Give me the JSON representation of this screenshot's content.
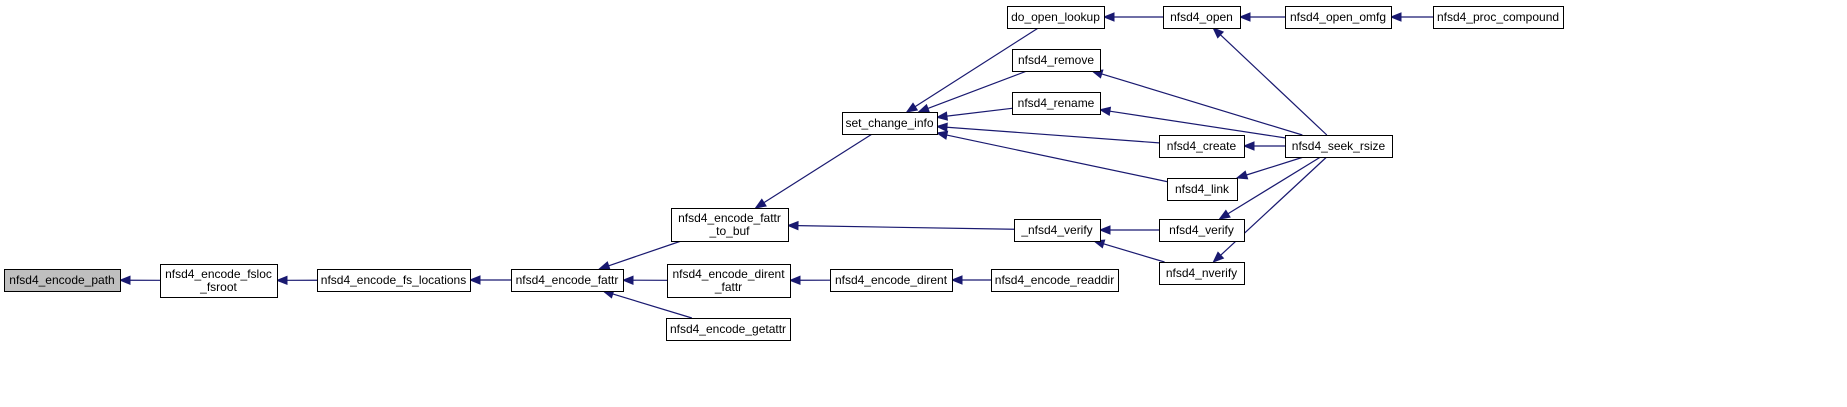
{
  "graph": {
    "edge_color": "#191970",
    "root_fill": "#bfbfbf",
    "nodes": [
      {
        "id": "n0",
        "lines": [
          "nfsd4_encode_path"
        ],
        "root": true
      },
      {
        "id": "n1",
        "lines": [
          "nfsd4_encode_fsloc",
          "_fsroot"
        ]
      },
      {
        "id": "n2",
        "lines": [
          "nfsd4_encode_fs_locations"
        ]
      },
      {
        "id": "n3",
        "lines": [
          "nfsd4_encode_fattr"
        ]
      },
      {
        "id": "n4",
        "lines": [
          "nfsd4_encode_fattr",
          "_to_buf"
        ]
      },
      {
        "id": "n5",
        "lines": [
          "nfsd4_encode_dirent",
          "_fattr"
        ]
      },
      {
        "id": "n6",
        "lines": [
          "nfsd4_encode_getattr"
        ]
      },
      {
        "id": "n7",
        "lines": [
          "set_change_info"
        ]
      },
      {
        "id": "n8",
        "lines": [
          "_nfsd4_verify"
        ]
      },
      {
        "id": "n9",
        "lines": [
          "nfsd4_encode_dirent"
        ]
      },
      {
        "id": "n10",
        "lines": [
          "do_open_lookup"
        ]
      },
      {
        "id": "n11",
        "lines": [
          "nfsd4_remove"
        ]
      },
      {
        "id": "n12",
        "lines": [
          "nfsd4_rename"
        ]
      },
      {
        "id": "n13",
        "lines": [
          "nfsd4_create"
        ]
      },
      {
        "id": "n14",
        "lines": [
          "nfsd4_link"
        ]
      },
      {
        "id": "n15",
        "lines": [
          "nfsd4_verify"
        ]
      },
      {
        "id": "n16",
        "lines": [
          "nfsd4_nverify"
        ]
      },
      {
        "id": "n17",
        "lines": [
          "nfsd4_encode_readdir"
        ]
      },
      {
        "id": "n18",
        "lines": [
          "nfsd4_open"
        ]
      },
      {
        "id": "n19",
        "lines": [
          "nfsd4_seek_rsize"
        ]
      },
      {
        "id": "n20",
        "lines": [
          "nfsd4_open_omfg"
        ]
      },
      {
        "id": "n21",
        "lines": [
          "nfsd4_proc_compound"
        ]
      }
    ],
    "edges": [
      {
        "from": "n1",
        "to": "n0"
      },
      {
        "from": "n2",
        "to": "n1"
      },
      {
        "from": "n3",
        "to": "n2"
      },
      {
        "from": "n4",
        "to": "n3"
      },
      {
        "from": "n5",
        "to": "n3"
      },
      {
        "from": "n6",
        "to": "n3"
      },
      {
        "from": "n7",
        "to": "n4"
      },
      {
        "from": "n8",
        "to": "n4"
      },
      {
        "from": "n9",
        "to": "n5"
      },
      {
        "from": "n10",
        "to": "n7"
      },
      {
        "from": "n11",
        "to": "n7"
      },
      {
        "from": "n12",
        "to": "n7"
      },
      {
        "from": "n13",
        "to": "n7"
      },
      {
        "from": "n14",
        "to": "n7"
      },
      {
        "from": "n15",
        "to": "n8"
      },
      {
        "from": "n16",
        "to": "n8"
      },
      {
        "from": "n17",
        "to": "n9"
      },
      {
        "from": "n18",
        "to": "n10"
      },
      {
        "from": "n19",
        "to": "n11"
      },
      {
        "from": "n19",
        "to": "n12"
      },
      {
        "from": "n19",
        "to": "n13"
      },
      {
        "from": "n19",
        "to": "n14"
      },
      {
        "from": "n19",
        "to": "n15"
      },
      {
        "from": "n19",
        "to": "n16"
      },
      {
        "from": "n19",
        "to": "n18"
      },
      {
        "from": "n20",
        "to": "n18"
      },
      {
        "from": "n21",
        "to": "n20"
      }
    ]
  }
}
